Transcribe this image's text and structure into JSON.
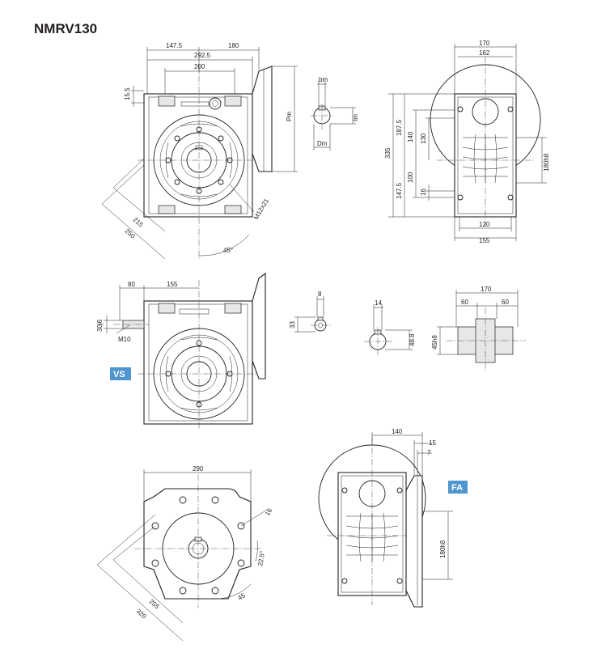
{
  "title": "NMRV130",
  "badges": {
    "vs": "VS",
    "fa": "FA"
  },
  "colors": {
    "line": "#231f20",
    "badge": "#4f95cf",
    "background": "#ffffff"
  },
  "view_front": {
    "d1": "147.5",
    "d2": "180",
    "d3": "292.5",
    "d4": "200",
    "d5": "15.5",
    "d6": "215",
    "d7": "250",
    "d8": "45°",
    "d9": "M12x21",
    "d10": "Pm"
  },
  "view_shaft": {
    "bm": "bm",
    "tm": "tm",
    "dm": "Dm"
  },
  "view_side": {
    "w170": "170",
    "w162": "162",
    "h335": "335",
    "h187": "187.5",
    "h140": "140",
    "h130": "130",
    "h100": "100",
    "h147": "147.5",
    "h16": "16",
    "d180": "180h8",
    "w120": "120",
    "w155": "155"
  },
  "view_vs": {
    "d80": "80",
    "d155": "155",
    "d30": "30j6",
    "m10": "M10"
  },
  "view_key_small": {
    "d8": "8",
    "d33": "33"
  },
  "view_key_large": {
    "d14": "14",
    "d48": "48.8"
  },
  "view_shaft_out": {
    "d170": "170",
    "d60a": "60",
    "d60b": "60",
    "d45": "45h8"
  },
  "view_flange": {
    "d290": "290",
    "d16": "16",
    "d225": "22.5°",
    "d255": "255",
    "d320": "320",
    "d45": "45"
  },
  "view_fa": {
    "d140": "140",
    "d15": "15",
    "d7": "7",
    "d180": "180h8"
  }
}
